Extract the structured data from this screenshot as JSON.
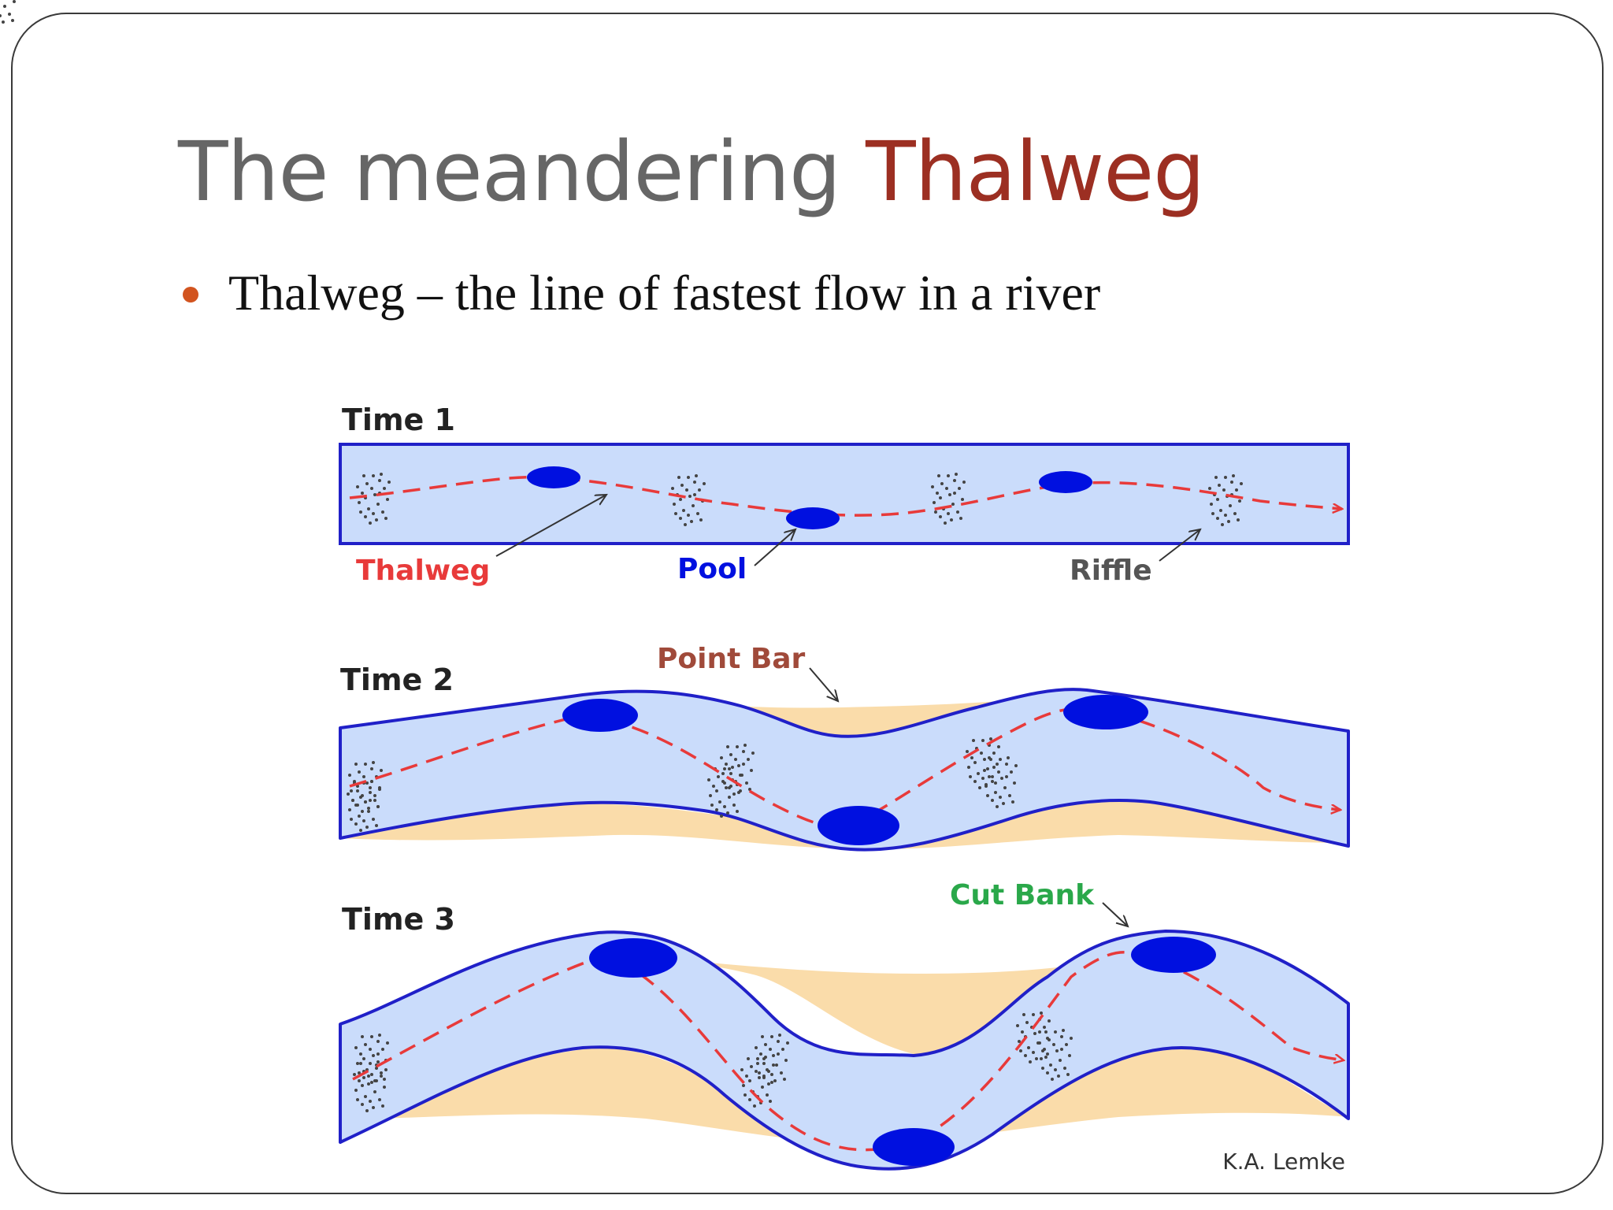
{
  "slide": {
    "title_part1": "The meandering ",
    "title_part2": "Thalweg",
    "bullet": "Thalweg – the line of fastest flow in a river"
  },
  "diagram": {
    "time_labels": [
      "Time 1",
      "Time 2",
      "Time 3"
    ],
    "thalweg_label": "Thalweg",
    "pool_label": "Pool",
    "riffle_label": "Riffle",
    "point_bar_label": "Point Bar",
    "cut_bank_label": "Cut Bank",
    "credit": "K.A. Lemke"
  },
  "colors": {
    "title_gray": "#666666",
    "title_accent": "#9c2f22",
    "bullet": "#d2541f",
    "river_fill": "#cadcfb",
    "river_edge": "#2020c8",
    "pool": "#0010e0",
    "thalweg": "#e83a3a",
    "point_bar": "#fadcaa",
    "point_bar_label": "#a04a3a",
    "cut_bank_label": "#2aa84a"
  }
}
